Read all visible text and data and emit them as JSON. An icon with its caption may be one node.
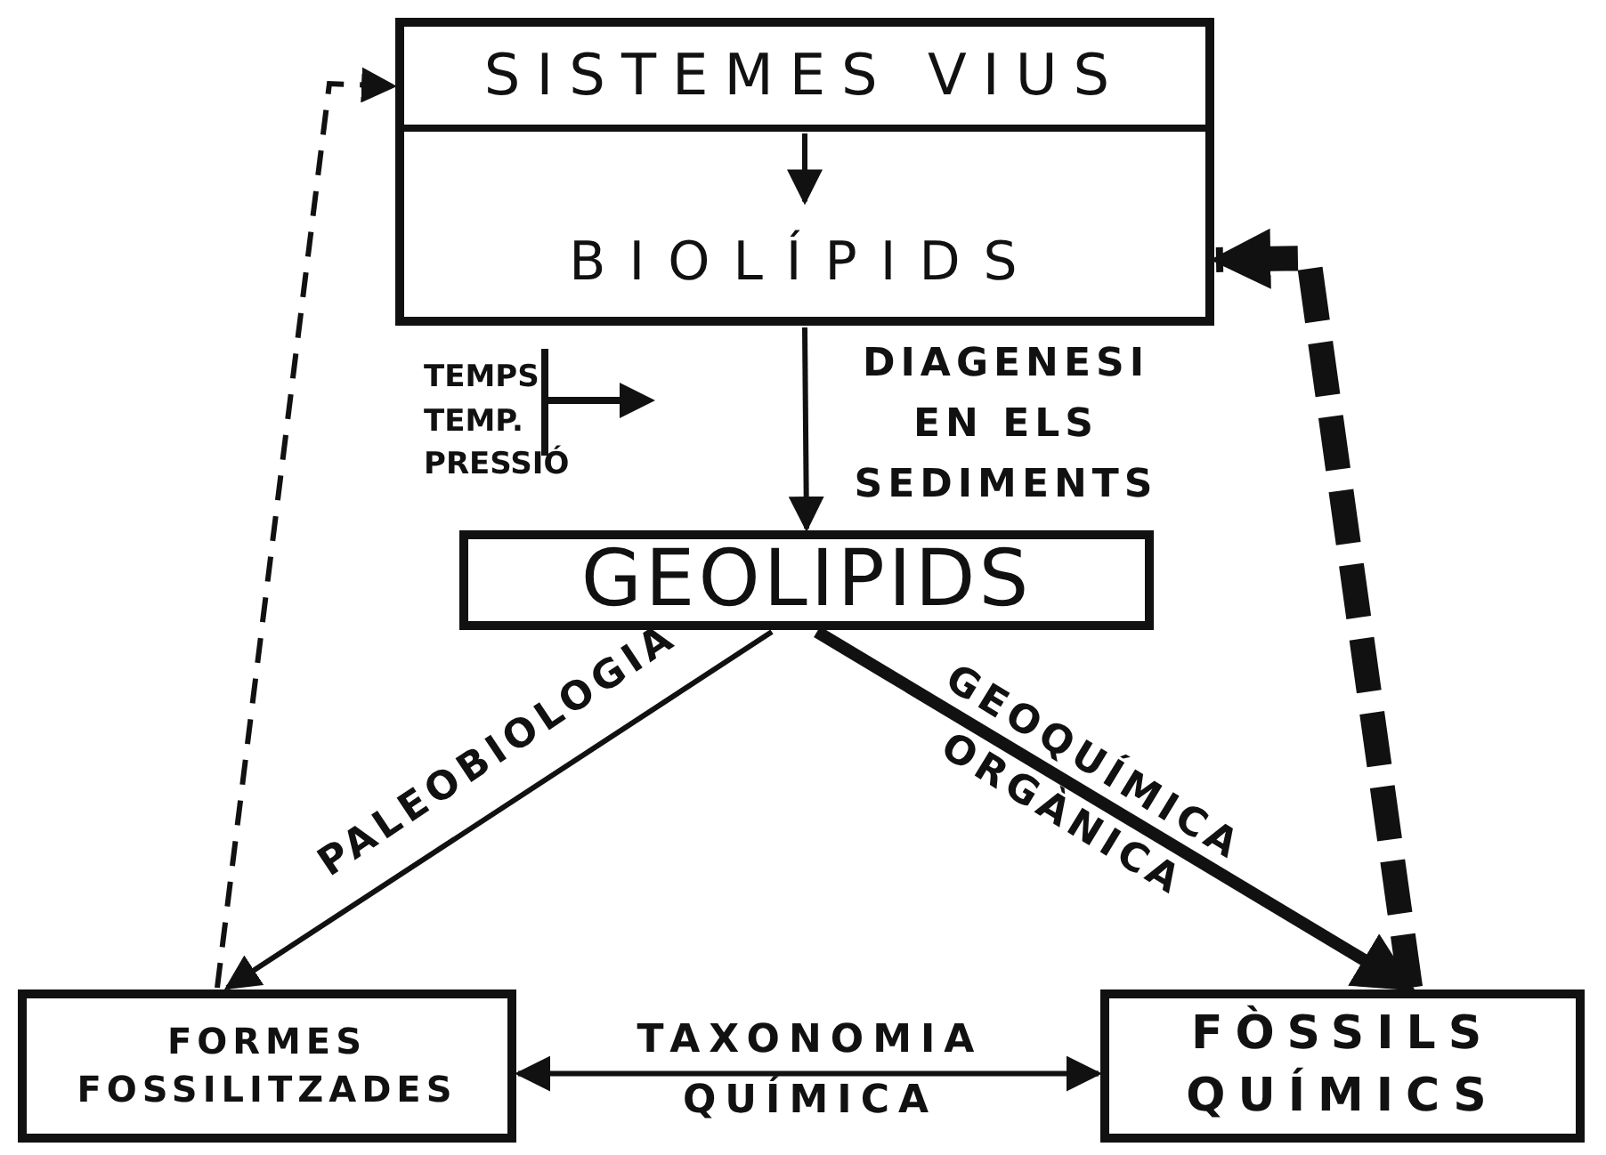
{
  "diagram": {
    "nodes": [
      {
        "text": [
          "SISTEMES VIUS"
        ]
      },
      {
        "text": [
          "BIOLÍPIDS"
        ]
      },
      {
        "text": [
          "GEOLIPIDS"
        ]
      },
      {
        "text": [
          "FORMES FOSSILITZADES"
        ]
      },
      {
        "text": [
          "FÒSSILS QUÍMICS"
        ]
      }
    ],
    "edges": [
      {
        "from": 0,
        "to": 1,
        "arrow": "to"
      },
      {
        "from": 1,
        "to": 2,
        "arrow": "to",
        "label": "DIAGENESI EN ELS SEDIMENTS"
      },
      {
        "from": 2,
        "to": 3,
        "arrow": "to",
        "label": "PALEOBIOLOGIA"
      },
      {
        "from": 2,
        "to": 4,
        "arrow": "to",
        "label": "GEOQUÍMICA ORGÀNICA",
        "style": "thick"
      },
      {
        "from": 3,
        "to": 4,
        "arrow": "both",
        "label": "TAXONOMIA QUÍMICA"
      },
      {
        "from": 3,
        "to": 0,
        "arrow": "to",
        "style": "dashed"
      },
      {
        "from": 4,
        "to": 1,
        "arrow": "to",
        "style": "dashed"
      }
    ],
    "labels": [
      "TEMPS TEMP. PRESSIÓ"
    ]
  }
}
